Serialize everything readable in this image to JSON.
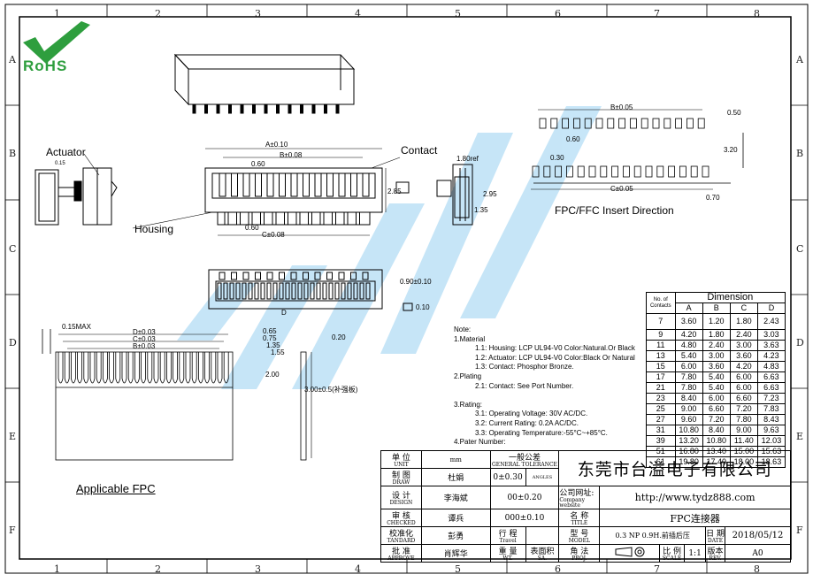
{
  "zones": {
    "columns": [
      "1",
      "2",
      "3",
      "4",
      "5",
      "6",
      "7",
      "8"
    ],
    "rows": [
      "A",
      "B",
      "C",
      "D",
      "E",
      "F"
    ]
  },
  "logo": {
    "text": "RoHS"
  },
  "labels": {
    "actuator": "Actuator",
    "housing": "Housing",
    "contact": "Contact",
    "fpc_insert_direction": "FPC/FFC  Insert  Direction",
    "applicable_fpc": "Applicable   FPC"
  },
  "dims": {
    "a_010": "A±0.10",
    "b_008": "B±0.08",
    "p060_top": "0.60",
    "p060_bottom": "0.60",
    "c_008": "C±0.08",
    "d285": "2.85",
    "d180ref": "1.80ref",
    "d295": "2.95",
    "d135": "1.35",
    "d015": "0.15",
    "d090": "0.90±0.10",
    "d010": "0.10",
    "d_bottom": "D",
    "fpc_b005": "B±0.05",
    "fpc_050": "0.50",
    "fpc_060": "0.60",
    "fpc_030": "0.30",
    "fpc_320": "3.20",
    "fpc_c005": "C±0.05",
    "fpc_070": "0.70",
    "ap_015max": "0.15MAX",
    "ap_d003": "D±0.03",
    "ap_c003": "C±0.03",
    "ap_b003": "B±0.03",
    "ap_065": "0.65",
    "ap_075": "0.75",
    "ap_135": "1.35",
    "ap_155": "1.55",
    "ap_200": "2.00",
    "ap_020": "0.20",
    "ap_300": "3.00±0.5(补强板)"
  },
  "notes": [
    "Note:",
    "1.Material",
    "1.1: Housing: LCP UL94-V0 Color:Natural.Or Black",
    "1.2: Actuator: LCP UL94-V0 Color:Black Or Natural",
    "1.3: Contact: Phosphor Bronze.",
    "2.Plating",
    "2.1: Contact: See Port Number.",
    "",
    "3.Rating:",
    "3.1: Operating Voltage: 30V AC/DC.",
    "3.2: Current Rating: 0.2A AC/DC.",
    "3.3: Operating Temperature:-55°C~+85°C.",
    "4.Pater Number:"
  ],
  "dimension_table": {
    "title": "Dimension",
    "head_no": "No. of",
    "head_contacts": "Contacts",
    "columns": [
      "A",
      "B",
      "C",
      "D"
    ],
    "rows": [
      [
        "7",
        "3.60",
        "1.20",
        "1.80",
        "2.43"
      ],
      [
        "9",
        "4.20",
        "1.80",
        "2.40",
        "3.03"
      ],
      [
        "11",
        "4.80",
        "2.40",
        "3.00",
        "3.63"
      ],
      [
        "13",
        "5.40",
        "3.00",
        "3.60",
        "4.23"
      ],
      [
        "15",
        "6.00",
        "3.60",
        "4.20",
        "4.83"
      ],
      [
        "17",
        "7.80",
        "5.40",
        "6.00",
        "6.63"
      ],
      [
        "21",
        "7.80",
        "5.40",
        "6.00",
        "6.63"
      ],
      [
        "23",
        "8.40",
        "6.00",
        "6.60",
        "7.23"
      ],
      [
        "25",
        "9.00",
        "6.60",
        "7.20",
        "7.83"
      ],
      [
        "27",
        "9.60",
        "7.20",
        "7.80",
        "8.43"
      ],
      [
        "31",
        "10.80",
        "8.40",
        "9.00",
        "9.63"
      ],
      [
        "39",
        "13.20",
        "10.80",
        "11.40",
        "12.03"
      ],
      [
        "51",
        "16.80",
        "13.40",
        "15.00",
        "15.63"
      ],
      [
        "61",
        "19.80",
        "17.40",
        "18.00",
        "18.63"
      ]
    ]
  },
  "title_block": {
    "unit_cn": "单  位",
    "unit_en": "UNIT",
    "unit_val": "mm",
    "tol_cn": "一般公差",
    "tol_en": "GENERAL TOLERANCE",
    "draw_cn": "制  图",
    "draw_en": "DRAW",
    "draw_val": "杜娟",
    "design_cn": "设  计",
    "design_en": "DESIGN",
    "design_val": "李海斌",
    "check_cn": "审  核",
    "check_en": "CHECKED",
    "check_val": "谭兵",
    "std_cn": "校准化",
    "std_en": "TANDARD",
    "std_val": "彭勇",
    "appr_cn": "批  准",
    "appr_en": "APPROVE",
    "appr_val": "肖辉华",
    "tol1": "0±0.30",
    "tol1_unit": "ANGLES",
    "tol2": "00±0.20",
    "tol3": "000±0.10",
    "travel_cn": "行  程",
    "travel_en": "Travel",
    "wt_cn": "重  量",
    "wt_en": "WT.",
    "sa_cn": "表面积",
    "sa_en": "SA.",
    "company": "东莞市台溢电子有限公司",
    "website_cn": "公司网址:",
    "website_en": "Company website",
    "website_val": "http://www.tydz888.com",
    "title_cn": "名  称",
    "title_en": "TITLE",
    "title_val": "FPC连接器",
    "model_cn": "型  号",
    "model_en": "MODEL",
    "model_val": "0.3 NP 0.9H.前插后压",
    "date_cn": "日  期",
    "date_en": "DATE",
    "date_val": "2018/05/12",
    "proj_cn": "角  法",
    "proj_en": "PROJ.",
    "scale_cn": "比  例",
    "scale_en": "SCALE",
    "scale_val": "1:1",
    "rev_cn": "版本",
    "rev_en": "REV.",
    "rev_val": "A0"
  }
}
